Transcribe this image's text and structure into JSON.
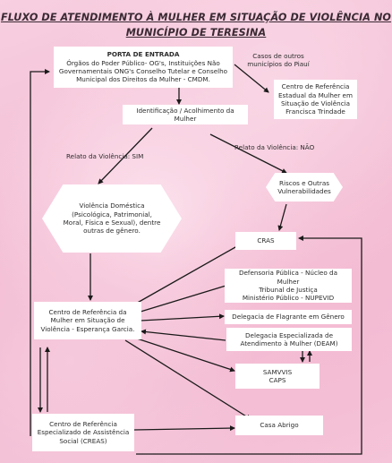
{
  "title": {
    "line1": "FLUXO DE ATENDIMENTO À MULHER EM SITUAÇÃO DE VIOLÊNCIA NO",
    "line2": "MUNICÍPIO DE TERESINA"
  },
  "nodes": {
    "entrada_title": "PORTA DE ENTRADA",
    "entrada_l1": "Órgãos do Poder Público- OG's, Instituições Não",
    "entrada_l2": "Governamentais ONG's Conselho Tutelar e Conselho",
    "entrada_l3": "Municipal dos Direitos da Mulher - CMDM.",
    "outros_l1": "Casos de outros",
    "outros_l2": "municípios do Piauí",
    "estadual_l1": "Centro de Referência",
    "estadual_l2": "Estadual da Mulher em",
    "estadual_l3": "Situação de Violência",
    "estadual_l4": "Francisca Trindade",
    "identificacao": "Identificação / Acolhimento da Mulher",
    "relato_sim": "Relato da Violência: SIM",
    "relato_nao": "Relato da Violência: NÃO",
    "riscos_l1": "Riscos e Outras",
    "riscos_l2": "Vulnerabilidades",
    "violencia_l1": "Violência Doméstica",
    "violencia_l2": "(Psicológica, Patrimonial,",
    "violencia_l3": "Moral, Física e Sexual), dentre",
    "violencia_l4": "outras de gênero.",
    "cras": "CRAS",
    "defensoria_l1": "Defensoria Pública - Núcleo da Mulher",
    "defensoria_l2": "Tribunal de Justiça",
    "defensoria_l3": "Ministério Público - NUPEVID",
    "centro_l1": "Centro de Referência da",
    "centro_l2": "Mulher em Situação de",
    "centro_l3": "Violência - Esperança Garcia.",
    "flagrante": "Delegacia de Flagrante em Gênero",
    "deam_l1": "Delegacia Especializada de",
    "deam_l2": "Atendimento à Mulher (DEAM)",
    "samvvis_l1": "SAMVVIS",
    "samvvis_l2": "CAPS",
    "casa_abrigo": "Casa Abrigo",
    "creas_l1": "Centro de Referência",
    "creas_l2": "Especializado de Assistência",
    "creas_l3": "Social (CREAS)"
  },
  "colors": {
    "arrow": "#1a1a1a",
    "box": "#ffffff",
    "title": "#3a2a33"
  }
}
